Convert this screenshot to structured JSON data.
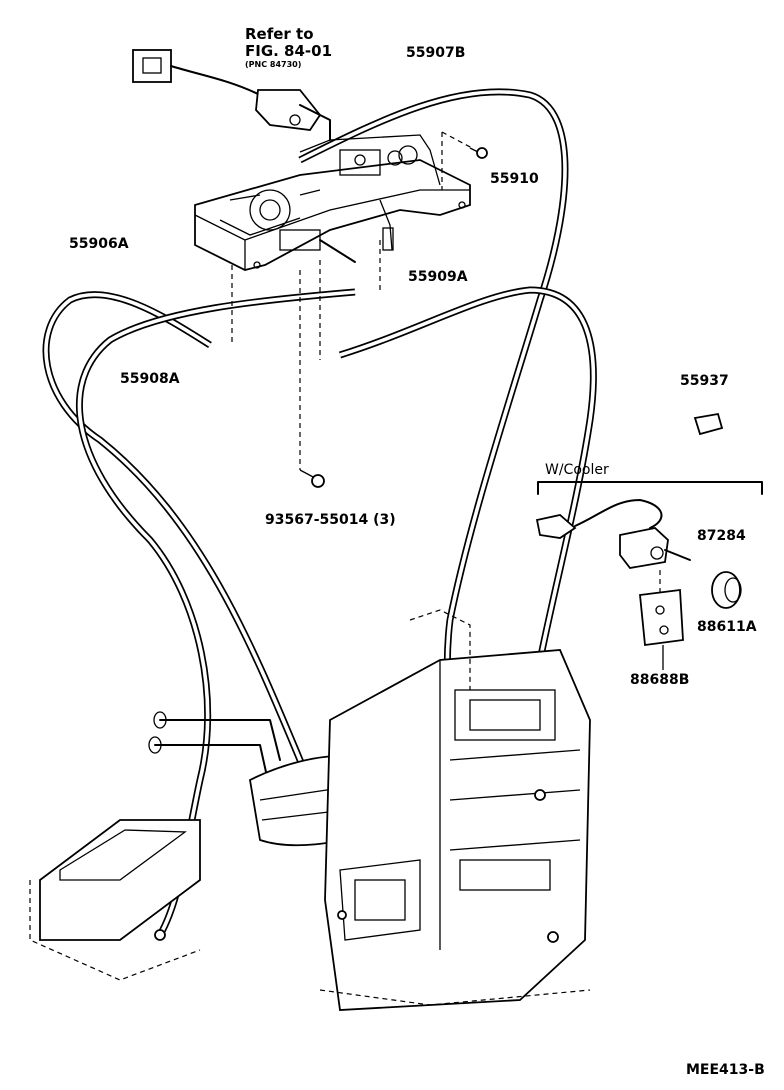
{
  "diagram": {
    "reference_note": {
      "line1": "Refer to",
      "line2": "FIG. 84-01",
      "line3": "(PNC 84730)"
    },
    "parts": {
      "p55907B": "55907B",
      "p55910": "55910",
      "p55906A": "55906A",
      "p55909A": "55909A",
      "p55908A": "55908A",
      "p93567": "93567-55014 (3)",
      "p55937": "55937",
      "p87284": "87284",
      "p88611A": "88611A",
      "p88688B": "88688B"
    },
    "option_group": "W/Cooler",
    "figure_code": "MEE413-B"
  }
}
